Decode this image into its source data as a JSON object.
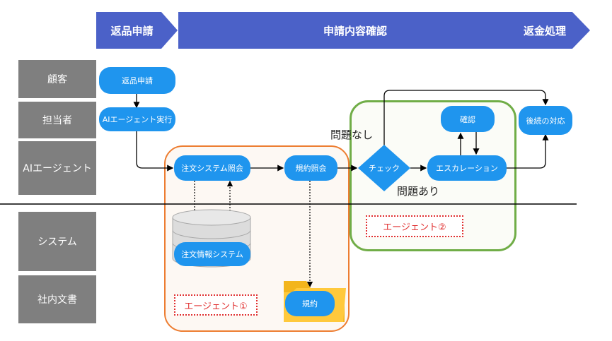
{
  "phases": [
    "返品申請",
    "申請内容確認",
    "返金処理"
  ],
  "lanes": [
    "顧客",
    "担当者",
    "AIエージェント",
    "システム",
    "社内文書"
  ],
  "nodes": {
    "return_request": "返品申請",
    "ai_run": "AIエージェント実行",
    "order_query": "注文システム照会",
    "policy_query": "規約照会",
    "check": "チェック",
    "escalation": "エスカレーション",
    "confirm": "確認",
    "followup": "後続の対応",
    "order_system": "注文情報システム",
    "policy_doc": "規約"
  },
  "edge_labels": {
    "no_issue": "問題なし",
    "issue": "問題あり"
  },
  "groups": {
    "agent1": "エージェント①",
    "agent2": "エージェント②"
  },
  "colors": {
    "phase": "#4b61c8",
    "lane": "#7f7f7f",
    "node": "#1f95ee",
    "agent1_border": "#ed7d31",
    "agent2_border": "#70ad47",
    "label_red": "#e03030"
  },
  "icons": [
    "database-icon",
    "folder-icon"
  ]
}
